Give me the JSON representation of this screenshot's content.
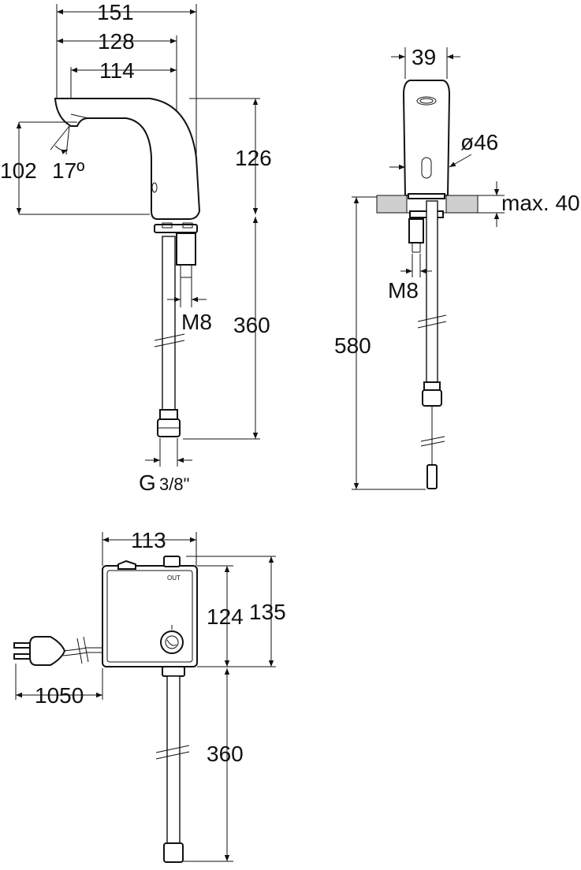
{
  "drawing": {
    "faucet_side": {
      "overall_length": "151",
      "reach_128": "128",
      "reach_114": "114",
      "height_102": "102",
      "angle": "17º",
      "body_height": "126",
      "hose_length": "360",
      "stud_thread": "M8",
      "hose_thread_main": "G",
      "hose_thread_fraction": "3/8\""
    },
    "faucet_front": {
      "width": "39",
      "diameter": "ø46",
      "deck_thickness": "max. 40",
      "stud_thread": "M8",
      "total_height": "580"
    },
    "control_box": {
      "width": "113",
      "height_inner": "124",
      "height_outer": "135",
      "hose_length": "360",
      "cable_length": "1050",
      "port_label": "OUT"
    }
  }
}
